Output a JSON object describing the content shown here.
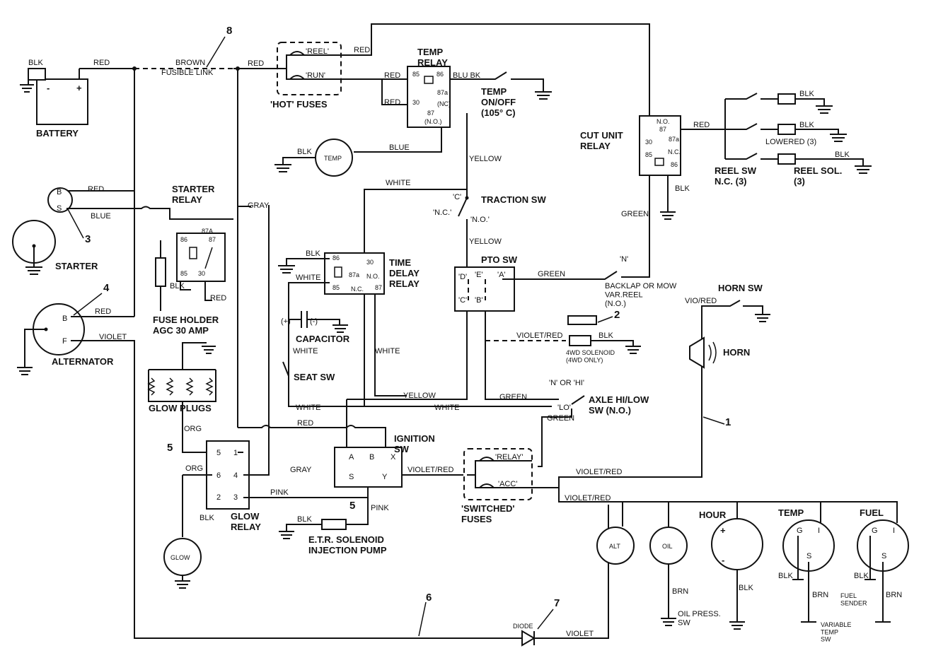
{
  "components": {
    "battery": "BATTERY",
    "battery_neg": "-",
    "battery_pos": "+",
    "starter": "STARTER",
    "alternator": "ALTERNATOR",
    "starter_relay": "STARTER\nRELAY",
    "fuse_holder": "FUSE HOLDER\nAGC 30 AMP",
    "glow_plugs": "GLOW PLUGS",
    "glow_relay": "GLOW\nRELAY",
    "glow_lamp": "GLOW",
    "hot_fuses": "'HOT' FUSES",
    "temp_relay": "TEMP\nRELAY",
    "temp_switch": "TEMP\nON/OFF\n(105° C)",
    "temp_lamp": "TEMP",
    "traction_sw": "TRACTION SW",
    "time_delay_relay": "TIME\nDELAY\nRELAY",
    "capacitor": "CAPACITOR",
    "seat_sw": "SEAT SW",
    "pto_sw": "PTO SW",
    "ignition_sw": "IGNITION\nSW",
    "etr_solenoid": "E.T.R. SOLENOID\nINJECTION PUMP",
    "switched_fuses": "'SWITCHED'\nFUSES",
    "cut_unit_relay": "CUT UNIT\nRELAY",
    "reel_sw": "REEL SW\nN.C. (3)",
    "reel_sol": "REEL SOL.\n(3)",
    "lowered": "LOWERED (3)",
    "backlap": "BACKLAP OR MOW\nVAR.REEL\n(N.O.)",
    "wd_solenoid": "4WD SOLENOID\n(4WD ONLY)",
    "axle_sw": "AXLE HI/LOW\nSW (N.O.)",
    "horn_sw": "HORN SW",
    "horn": "HORN",
    "hour": "HOUR",
    "temp_gauge": "TEMP",
    "fuel_gauge": "FUEL",
    "alt_lamp": "ALT",
    "oil_lamp": "OIL",
    "oil_press_sw": "OIL PRESS.\nSW",
    "variable_temp_sw": "VARIABLE\nTEMP\nSW",
    "fuel_sender": "FUEL\nSENDER",
    "diode": "DIODE",
    "fusible_link": "FUSIBLE LINK"
  },
  "wire_labels": {
    "red": "RED",
    "blk": "BLK",
    "brown": "BROWN",
    "blue": "BLUE",
    "gray": "GRAY",
    "white": "WHITE",
    "yellow": "YELLOW",
    "green": "GREEN",
    "violet": "VIOLET",
    "violet_red": "VIOLET/RED",
    "vio_red": "VIO/RED",
    "org": "ORG",
    "pink": "PINK",
    "brn": "BRN",
    "blu_bk": "BLU BK"
  },
  "pin_labels": {
    "b": "B",
    "s": "S",
    "f": "F",
    "p86": "86",
    "p87a": "87A",
    "p87": "87",
    "p85": "85",
    "p30": "30",
    "p87a_lc": "87a",
    "nc": "N.C.",
    "no": "N.O.",
    "nc_paren": "(NC)",
    "no_paren": "(N.O.)",
    "p5": "5",
    "p6": "6",
    "p2": "2",
    "p1": "1",
    "p4": "4",
    "p3": "3",
    "a": "A",
    "bb": "B",
    "x": "X",
    "y": "Y",
    "ss": "S",
    "reel": "'REEL'",
    "run": "'RUN'",
    "relay": "'RELAY'",
    "acc": "'ACC'",
    "c": "'C'",
    "ncq": "'N.C.'",
    "noq": "'N.O.'",
    "d": "'D'",
    "e": "'E'",
    "aq": "'A'",
    "cq": "'C'",
    "bq": "'B'",
    "n": "'N'",
    "n_or_hi": "'N' OR 'HI'",
    "lo": "'LO'",
    "g": "G",
    "i": "I",
    "plus": "+",
    "minus": "-",
    "cap_pos": "(+)",
    "cap_neg": "(-)"
  },
  "callouts": [
    "8",
    "3",
    "4",
    "2",
    "5",
    "5",
    "6",
    "7",
    "1"
  ]
}
